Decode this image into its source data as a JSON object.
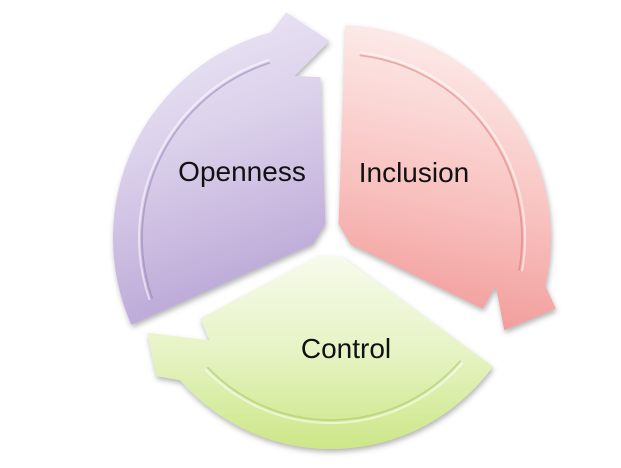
{
  "page": {
    "background_color": "#ffffff"
  },
  "diagram": {
    "type": "segmented-cycle",
    "direction": "clockwise",
    "segment_count": 3,
    "text_color": "#111111",
    "segments": [
      {
        "label": "Openness",
        "position": "top-left",
        "color_light": "#EDE8F5",
        "color_mid": "#D9CFE9",
        "color_dark": "#BBA8D7",
        "groove_color": "#8F7BB0",
        "arrow_direction": "points-right-at-top"
      },
      {
        "label": "Inclusion",
        "position": "right",
        "color_light": "#FCE8E6",
        "color_mid": "#F7BCBA",
        "color_dark": "#EF928F",
        "groove_color": "#D5716E",
        "arrow_direction": "points-down-left-at-bottom-right"
      },
      {
        "label": "Control",
        "position": "bottom",
        "color_light": "#F5FAEA",
        "color_mid": "#E4F2C0",
        "color_dark": "#CCE787",
        "groove_color": "#A6C566",
        "arrow_direction": "points-up-left-at-left"
      }
    ]
  }
}
